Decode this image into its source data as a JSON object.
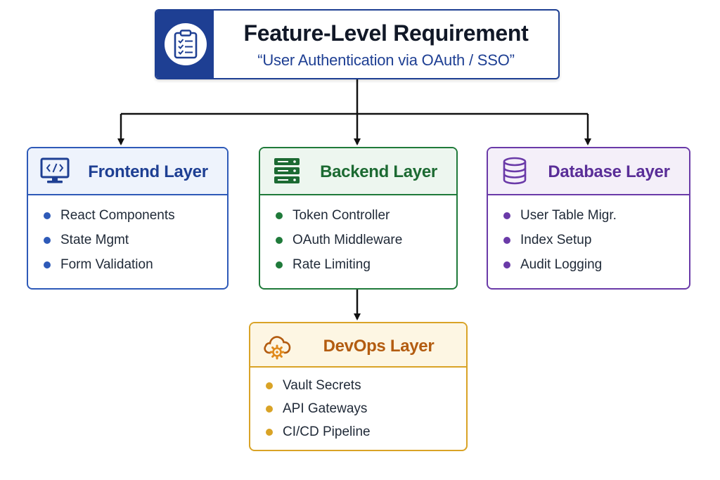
{
  "header": {
    "title": "Feature-Level Requirement",
    "subtitle": "“User Authentication via OAuth / SSO”",
    "icon": "clipboard-checklist-icon"
  },
  "layers": {
    "frontend": {
      "title": "Frontend Layer",
      "icon": "monitor-code-icon",
      "accent": "#2e5ab8",
      "items": [
        "React Components",
        "State Mgmt",
        "Form Validation"
      ]
    },
    "backend": {
      "title": "Backend Layer",
      "icon": "server-stack-icon",
      "accent": "#1f7a3a",
      "items": [
        "Token Controller",
        "OAuth Middleware",
        "Rate Limiting"
      ]
    },
    "database": {
      "title": "Database Layer",
      "icon": "database-cylinder-icon",
      "accent": "#6a3aa8",
      "items": [
        "User Table Migr.",
        "Index Setup",
        "Audit Logging"
      ]
    },
    "devops": {
      "title": "DevOps Layer",
      "icon": "cloud-gear-icon",
      "accent": "#d9a326",
      "items": [
        "Vault Secrets",
        "API Gateways",
        "CI/CD Pipeline"
      ]
    }
  }
}
